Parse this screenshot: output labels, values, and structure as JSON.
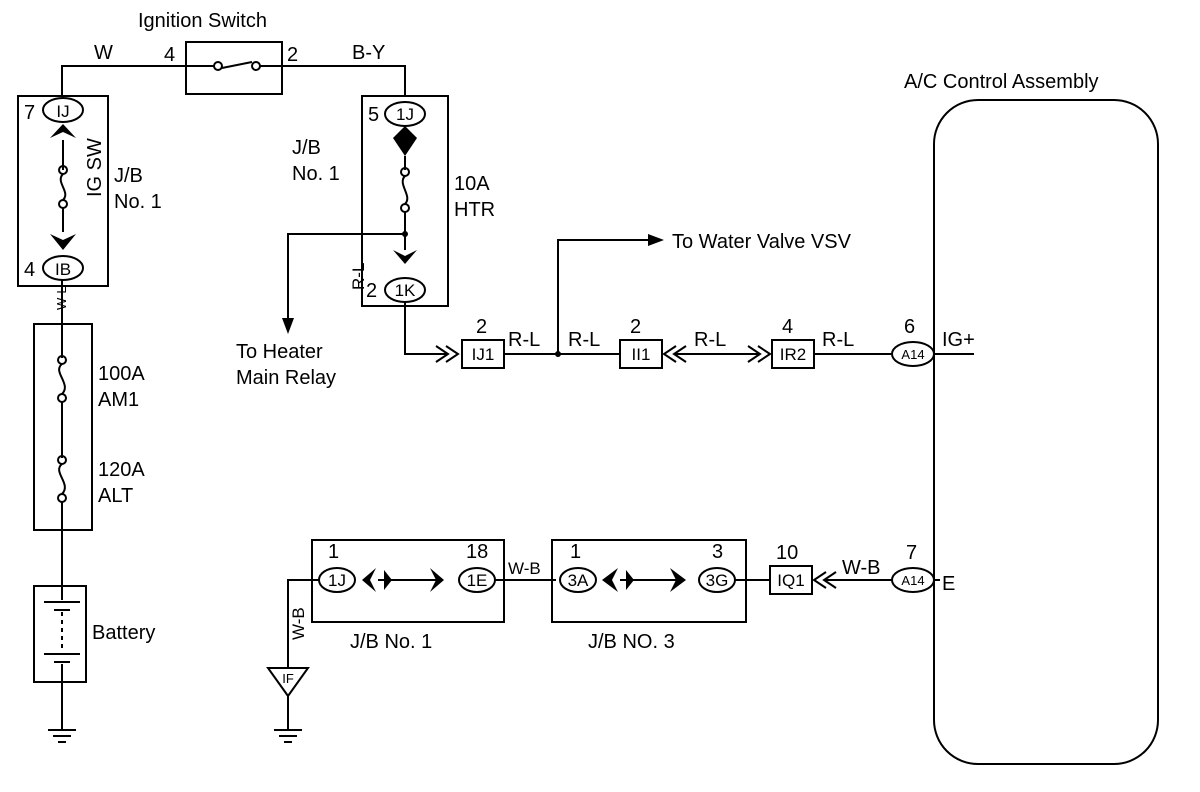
{
  "labels": {
    "ignition_switch": "Ignition Switch",
    "ac_control_assembly": "A/C Control Assembly",
    "jb_no1_top": "J/B",
    "jb_no1_top2": "No. 1",
    "ig_sw": "IG SW",
    "jb_no1_mid": "J/B",
    "jb_no1_mid2": "No. 1",
    "fuse_10a": "10A",
    "fuse_htr": "HTR",
    "fuse_100a": "100A",
    "fuse_am1": "AM1",
    "fuse_120a": "120A",
    "fuse_alt": "ALT",
    "battery": "Battery",
    "to_water_valve": "To Water Valve VSV",
    "to_heater_line1": "To Heater",
    "to_heater_line2": "Main Relay",
    "jb_no1_bottom": "J/B No. 1",
    "jb_no3_bottom": "J/B NO. 3",
    "ig_plus": "IG+",
    "e_terminal": "E"
  },
  "wires": {
    "w": "W",
    "b_y": "B-Y",
    "w_l": "W-L",
    "r_l": "R-L",
    "w_b": "W-B"
  },
  "pins": {
    "sw_4": "4",
    "sw_2": "2",
    "ij_7": "7",
    "ib_4": "4",
    "j1_5": "5",
    "k1_2": "2",
    "ij1_2": "2",
    "ii1_2": "2",
    "ir2_4": "4",
    "a14_6": "6",
    "a14_7": "7",
    "iq1_10": "10",
    "j1b_1": "1",
    "e1_18": "18",
    "a3_1": "1",
    "g3_3": "3"
  },
  "connectors": {
    "ij": "IJ",
    "ib": "IB",
    "j1": "1J",
    "k1": "1K",
    "ij1": "IJ1",
    "ii1": "II1",
    "ir2": "IR2",
    "a14_top": "A14",
    "a14_bottom": "A14",
    "iq1": "IQ1",
    "j1_bottom": "1J",
    "e1": "1E",
    "a3": "3A",
    "g3": "3G",
    "if_ground": "IF"
  }
}
